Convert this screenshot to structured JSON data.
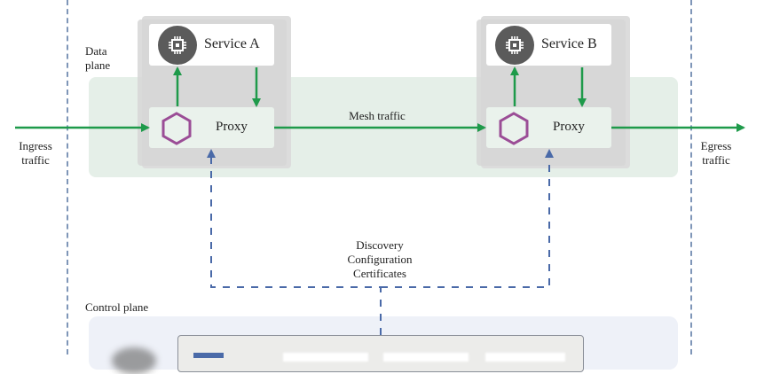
{
  "diagram": {
    "data_plane_label": "Data\nplane",
    "control_plane_label": "Control plane",
    "ingress_label": "Ingress\ntraffic",
    "egress_label": "Egress\ntraffic",
    "mesh_traffic_label": "Mesh traffic",
    "control_flow_label": "Discovery\nConfiguration\nCertificates",
    "services": [
      {
        "name": "Service A",
        "proxy_label": "Proxy"
      },
      {
        "name": "Service B",
        "proxy_label": "Proxy"
      }
    ],
    "colors": {
      "traffic_arrow": "#1e9a4a",
      "control_dashed": "#4a6aa8",
      "boundary_dashed": "#7f96b8",
      "proxy_hexagon": "#9b4d96",
      "data_plane_fill": "#e5efe8",
      "control_plane_fill": "#eef1f8"
    }
  }
}
